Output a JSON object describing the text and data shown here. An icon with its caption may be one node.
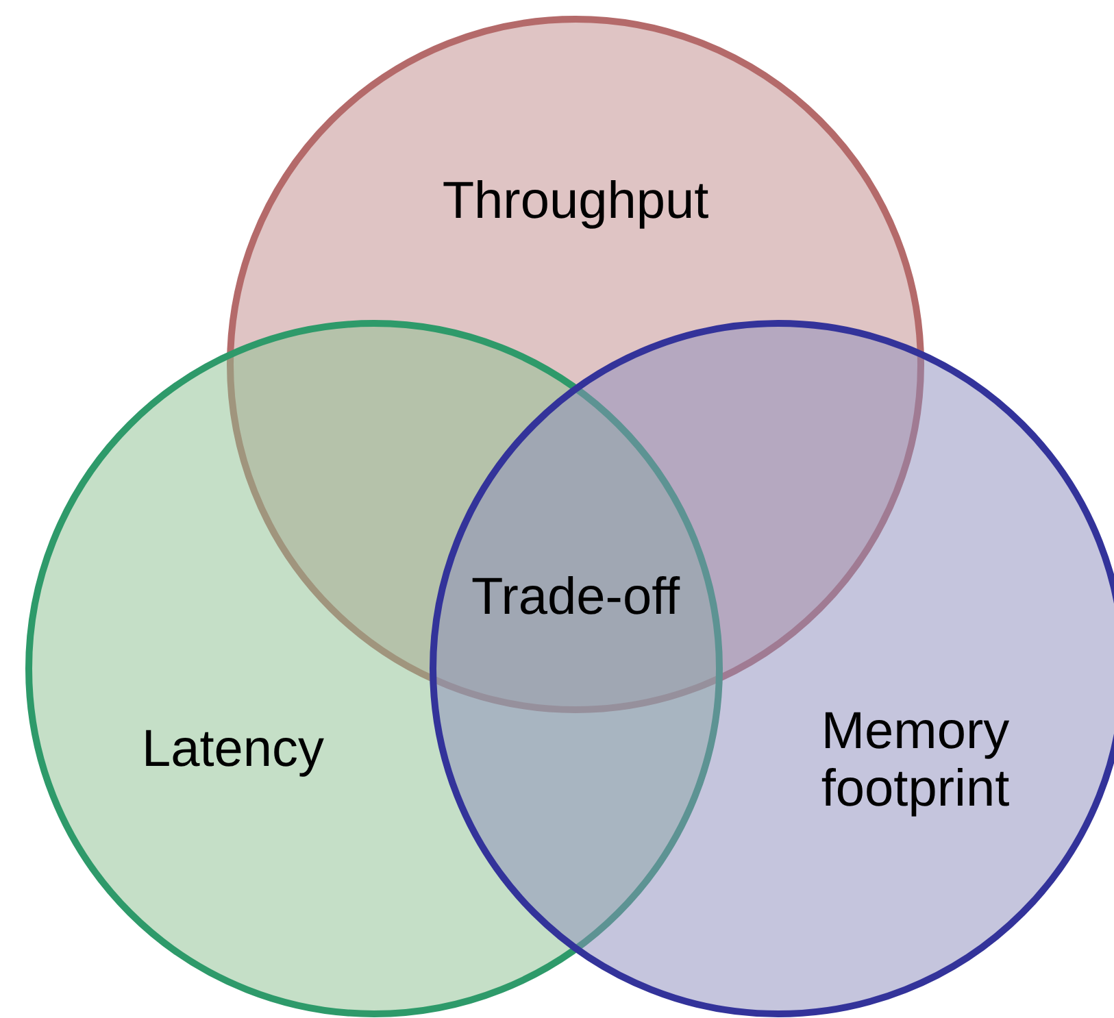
{
  "diagram": {
    "nodes": [
      {
        "text": [
          "Throughput"
        ]
      },
      {
        "text": [
          "Latency"
        ]
      },
      {
        "text": [
          "Memory footprint"
        ]
      }
    ],
    "edges": [],
    "labels": [
      "Trade-off"
    ]
  }
}
